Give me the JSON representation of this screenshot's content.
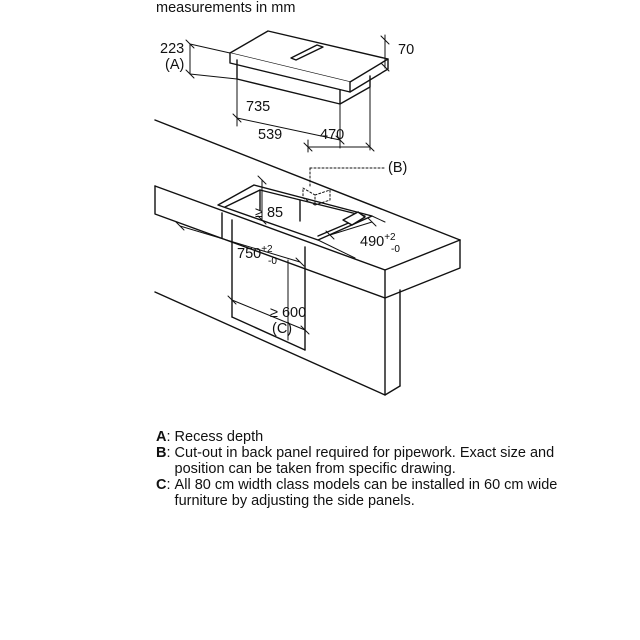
{
  "title": "measurements in mm",
  "dimensions": {
    "d223": "223",
    "d70": "70",
    "d735": "735",
    "d539": "539",
    "d470": "470",
    "d85": "≥ 85",
    "d750": "750",
    "d750_tol_plus": "+2",
    "d750_tol_minus": "-0",
    "d490": "490",
    "d490_tol_plus": "+2",
    "d490_tol_minus": "-0",
    "d600": "≥ 600"
  },
  "markers": {
    "a": "(A)",
    "b": "(B)",
    "c": "(C)"
  },
  "legend": [
    {
      "key": "A",
      "sep": ": ",
      "text": "Recess depth"
    },
    {
      "key": "B",
      "sep": ": ",
      "text": "Cut-out in back panel required for pipework. Exact size and position can be taken from specific drawing."
    },
    {
      "key": "C",
      "sep": ": ",
      "text": "All 80 cm width class models can be installed in 60 cm wide furniture by adjusting the side panels."
    }
  ]
}
